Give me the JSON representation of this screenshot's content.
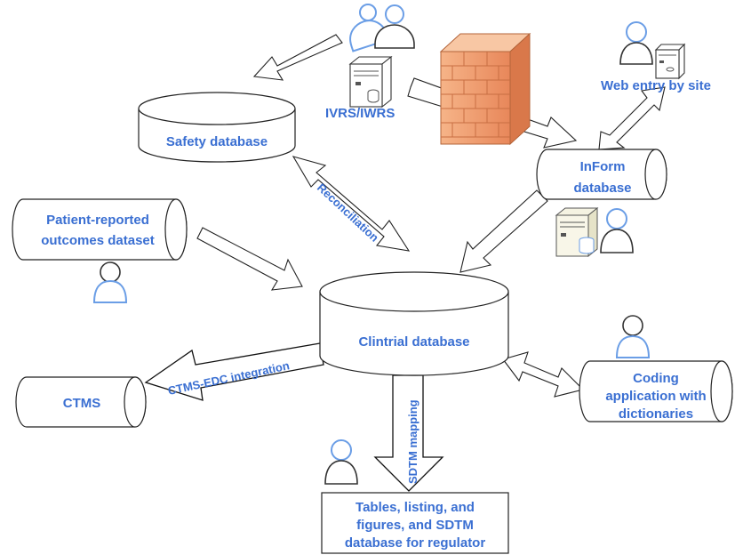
{
  "nodes": {
    "safety": "Safety database",
    "ivrs": "IVRS/IWRS",
    "web_entry": "Web entry by site",
    "inform_line1": "InForm",
    "inform_line2": "database",
    "pro_line1": "Patient-reported",
    "pro_line2": "outcomes dataset",
    "clintrial": "Clintrial database",
    "ctms": "CTMS",
    "coding_line1": "Coding",
    "coding_line2": "application with",
    "coding_line3": "dictionaries",
    "tlf_line1": "Tables, listing, and",
    "tlf_line2": "figures, and SDTM",
    "tlf_line3": "database for regulator"
  },
  "edges": {
    "reconciliation": "Reconciliation",
    "ctms_edc": "CTMS-EDC integration",
    "sdtm": "SDTM mapping"
  },
  "icons": [
    "person-icon",
    "server-icon",
    "firewall-icon"
  ],
  "colors": {
    "label": "#3a6fd2",
    "firewall": "#f4a878",
    "person_outline": "#6b9ee6"
  }
}
